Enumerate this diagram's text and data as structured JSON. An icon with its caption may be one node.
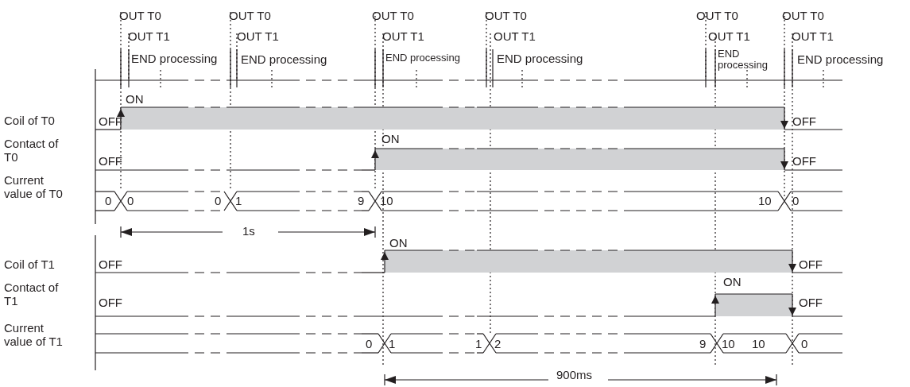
{
  "diagram": {
    "labels": [
      "OUT T0",
      "OUT T0",
      "OUT T0",
      "OUT T0",
      "OUT T0",
      "OUT T0",
      "OUT T1",
      "OUT T1",
      "OUT T1",
      "OUT T1",
      "OUT T1",
      "OUT T1",
      "END processing",
      "END processing",
      "END processing",
      "END processing",
      "END processing",
      "END processing",
      "Coil of T0",
      "ON",
      "OFF",
      "OFF",
      "Contact of T0",
      "ON",
      "OFF",
      "OFF",
      "Current value of T0",
      "0",
      "0",
      "0",
      "1",
      "9",
      "10",
      "10",
      "0",
      "1s",
      "Coil of T1",
      "ON",
      "OFF",
      "OFF",
      "Contact of T1",
      "ON",
      "OFF",
      "OFF",
      "Current value of T1",
      "0",
      "1",
      "1",
      "2",
      "9",
      "10",
      "10",
      "0",
      "900ms"
    ]
  }
}
